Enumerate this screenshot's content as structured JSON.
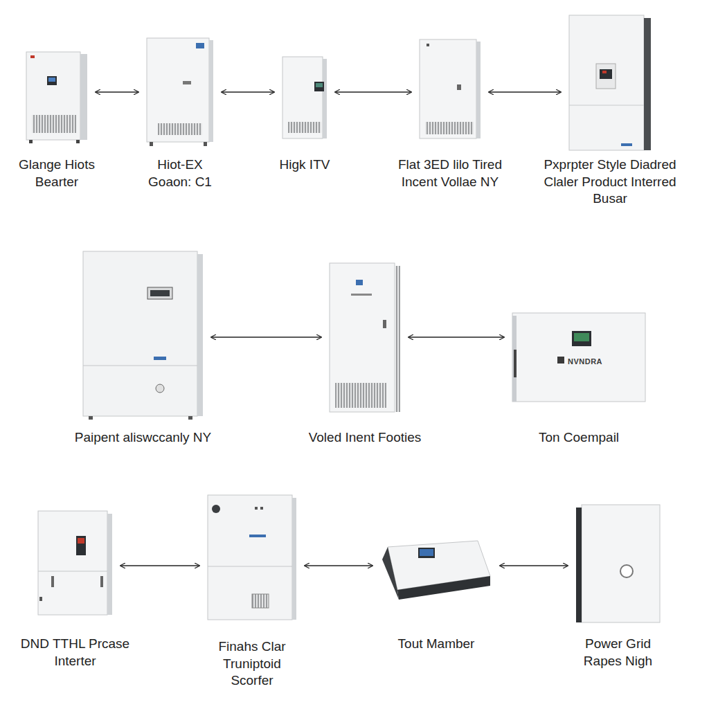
{
  "diagram": {
    "nodes": [
      {
        "text": [
          "Glange Hiots Bearter"
        ]
      },
      {
        "text": [
          "Hiot-EX Goaon: C1"
        ]
      },
      {
        "text": [
          "Higk ITV"
        ]
      },
      {
        "text": [
          "Flat 3ED lilo Tired Incent Vollae NY"
        ]
      },
      {
        "text": [
          "Pxprpter Style Diadred Claler Product Interred Busar"
        ]
      },
      {
        "text": [
          "Paipent aliswccanly NY"
        ]
      },
      {
        "text": [
          "Voled Inent Footies"
        ]
      },
      {
        "text": [
          "NVNDRA",
          "Ton Coempail"
        ]
      },
      {
        "text": [
          "DND TTHL Prcase Interter"
        ]
      },
      {
        "text": [
          "Finahs Clar Truniptoid Scorfer"
        ]
      },
      {
        "text": [
          "Tout Mamber"
        ]
      },
      {
        "text": [
          "Power Grid Rapes Nigh"
        ]
      }
    ],
    "edges": [
      {
        "from": 0,
        "to": 1,
        "arrow": "both"
      },
      {
        "from": 1,
        "to": 2,
        "arrow": "both"
      },
      {
        "from": 2,
        "to": 3,
        "arrow": "both"
      },
      {
        "from": 3,
        "to": 4,
        "arrow": "both"
      },
      {
        "from": 5,
        "to": 6,
        "arrow": "both"
      },
      {
        "from": 6,
        "to": 7,
        "arrow": "both"
      },
      {
        "from": 8,
        "to": 9,
        "arrow": "both"
      },
      {
        "from": 9,
        "to": 10,
        "arrow": "both"
      },
      {
        "from": 10,
        "to": 11,
        "arrow": "both"
      }
    ]
  }
}
